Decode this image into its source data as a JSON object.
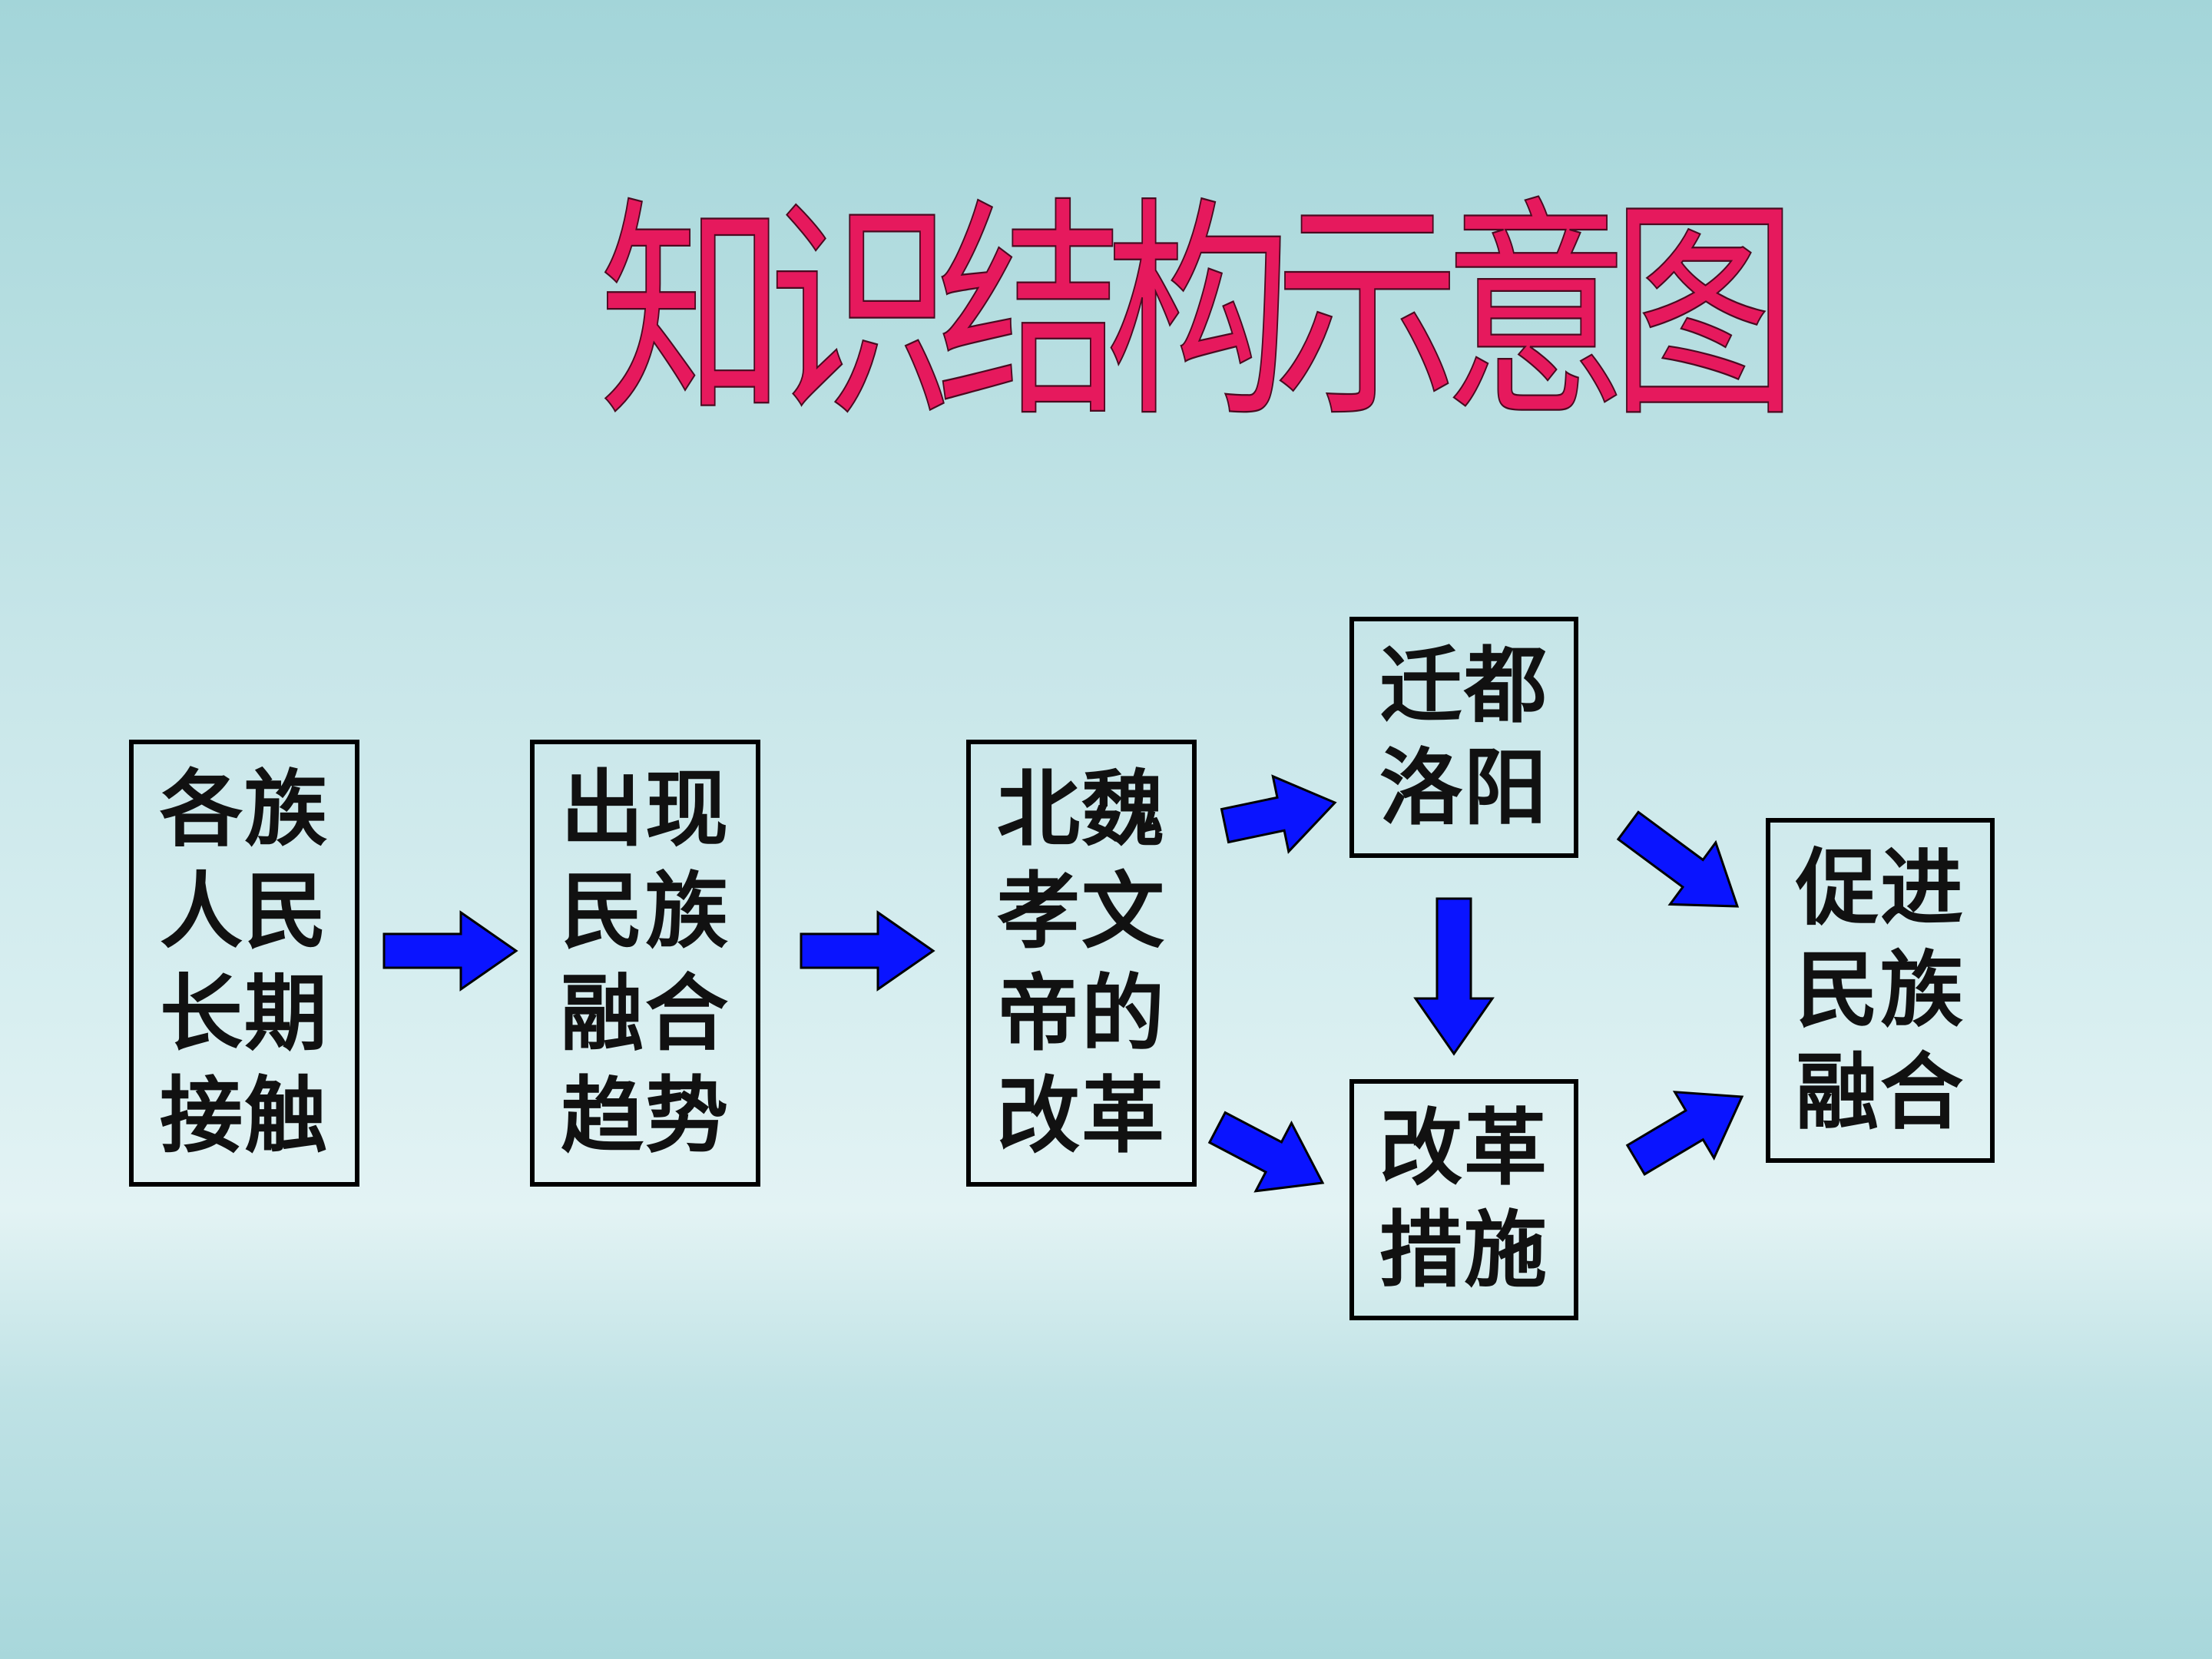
{
  "title": "知识结构示意图",
  "colors": {
    "title": "#e6195d",
    "arrow_fill": "#0a14ff",
    "arrow_stroke": "#000000",
    "box_border": "#000000",
    "text": "#111111"
  },
  "nodes": {
    "contact": "各族人民长期接触",
    "trend": "出现民族融合趋势",
    "reform": "北魏孝文帝的改革",
    "relocate": "迁都洛阳",
    "measures": "改革措施",
    "fusion": "促进民族融合"
  },
  "edges": [
    {
      "from": "contact",
      "to": "trend"
    },
    {
      "from": "trend",
      "to": "reform"
    },
    {
      "from": "reform",
      "to": "relocate"
    },
    {
      "from": "reform",
      "to": "measures"
    },
    {
      "from": "relocate",
      "to": "measures"
    },
    {
      "from": "relocate",
      "to": "fusion"
    },
    {
      "from": "measures",
      "to": "fusion"
    }
  ]
}
